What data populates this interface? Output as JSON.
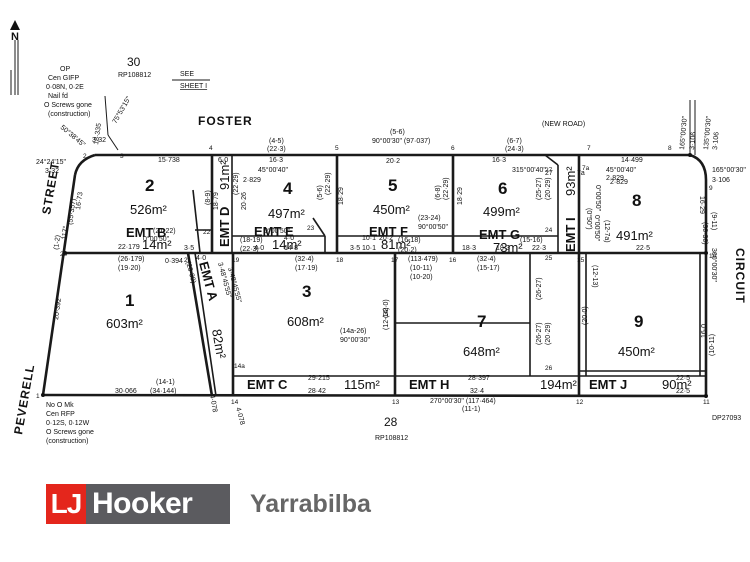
{
  "north": {
    "label": "N"
  },
  "roads": {
    "foster": "FOSTER",
    "new_road": "(NEW ROAD)",
    "street": "STREET",
    "circuit": "CIRCUIT",
    "peverell": "PEVERELL"
  },
  "top_parcel": {
    "lot": "30",
    "plan": "RP108812",
    "see": "SEE",
    "sheet": "SHEET I"
  },
  "bottom_parcel": {
    "lot": "28",
    "plan": "RP108812"
  },
  "plan_ref": "DP27093",
  "notes": {
    "nw": [
      "OP",
      "Cen GIFP",
      "0·08N, 0·2E",
      "Nail fd",
      "O Screws gone",
      "(construction)"
    ],
    "sw": [
      "No O Mk",
      "Cen RFP",
      "0·12S, 0·12W",
      "O Screws gone",
      "(construction)"
    ]
  },
  "lots": [
    {
      "num": "1",
      "area": "603m²"
    },
    {
      "num": "2",
      "area": "526m²"
    },
    {
      "num": "3",
      "area": "608m²"
    },
    {
      "num": "4",
      "area": "497m²"
    },
    {
      "num": "5",
      "area": "450m²"
    },
    {
      "num": "6",
      "area": "499m²"
    },
    {
      "num": "7",
      "area": "648m²"
    },
    {
      "num": "8",
      "area": "491m²"
    },
    {
      "num": "9",
      "area": "450m²"
    }
  ],
  "easements": [
    {
      "name": "EMT A",
      "area": "82m²"
    },
    {
      "name": "EMT B",
      "area": "14m²"
    },
    {
      "name": "EMT C",
      "area": "115m²"
    },
    {
      "name": "EMT D",
      "area": "91m²"
    },
    {
      "name": "EMT E",
      "area": "14m²"
    },
    {
      "name": "EMT F",
      "area": "81m²"
    },
    {
      "name": "EMT G",
      "area": "73m²"
    },
    {
      "name": "EMT H",
      "area": "194m²"
    },
    {
      "name": "EMT I",
      "area": "93m²"
    },
    {
      "name": "EMT J",
      "area": "90m²"
    }
  ],
  "dims": {
    "top_bearing": "90°00'30\" (97·037)",
    "top_segments": [
      "15·738",
      "(4-5)",
      "(22·3)",
      "16·3",
      "(5-6)",
      "20·2",
      "(6-7)",
      "(24·3)",
      "16·3",
      "14·499",
      "2·829",
      "2·829",
      "315°00'40\"",
      "45°00'40\""
    ],
    "mid_row": [
      "22·179",
      "(26·179)",
      "(19·20)",
      "0·394",
      "(32·4)",
      "(17·19)",
      "(16-18)",
      "(20·2)",
      "10·1",
      "(113·479)",
      "(32·4)",
      "(15-17)",
      "18·3",
      "22·3",
      "22·5",
      "(15-16)",
      "(10-11)",
      "20·2",
      "(10-20)",
      "18·3",
      "14·8",
      "4·0",
      "3·5",
      "10·1"
    ],
    "bottom_bearing": "270°00'30\" (117·464)",
    "bottom_segments": [
      "30·066",
      "(14-1)",
      "(34·144)",
      "29·215",
      "28·42",
      "28·397",
      "32·4",
      "(11-1)",
      "22·5",
      "22·5"
    ],
    "left_side": [
      "24°24'15\"",
      "3·32",
      "117°",
      "(55·357)",
      "16·73",
      "20·392",
      "(1-2)",
      "18·335",
      "50°38'45\"",
      "3·32",
      "75°53'15\""
    ],
    "right_side": [
      "165°00'30\"",
      "3·106",
      "135°00'30\"",
      "3·106",
      "165°00'30\"",
      "3·106",
      "(9-11)",
      "(36·36)",
      "360°00'30\"",
      "16·29",
      "16·0",
      "(10-11)"
    ],
    "misc": [
      "(21-22)",
      "0°00'50\"",
      "3·5",
      "(18-19)",
      "(22·3)",
      "45°00'40\"",
      "2·829",
      "4·0",
      "0°00'50\"",
      "(23-24)",
      "90°00'50\"",
      "4·0",
      "(25-27)",
      "(20·29)",
      "0°00'50\"",
      "(26-27)",
      "(12-13)",
      "(14a-26)",
      "90°00'30\"",
      "(20·0)",
      "(32·0)",
      "(12-14)",
      "3·48°45'55\"",
      "(20·39)",
      "3·48°45'55\"",
      "4·078",
      "4·078",
      "6·0",
      "18·79",
      "(8-9)",
      "(22·29)",
      "20·26",
      "(5-6)",
      "(22·29)",
      "18·29",
      "(6-8)",
      "(22·29)",
      "18·29",
      "(26-27)",
      "(20·29)",
      "27",
      "7a",
      "(12-7a)",
      "0°00'50\"",
      "(0°50\")"
    ]
  },
  "stations": [
    "1",
    "2",
    "3",
    "4",
    "5",
    "6",
    "7",
    "7a",
    "8",
    "9",
    "10",
    "11",
    "12",
    "13",
    "14",
    "14a",
    "15",
    "16",
    "17",
    "18",
    "19",
    "20",
    "21",
    "22",
    "23",
    "24",
    "25",
    "26",
    "27"
  ],
  "branding": {
    "lj": "LJ",
    "word": "Hooker",
    "office": "Yarrabilba"
  }
}
